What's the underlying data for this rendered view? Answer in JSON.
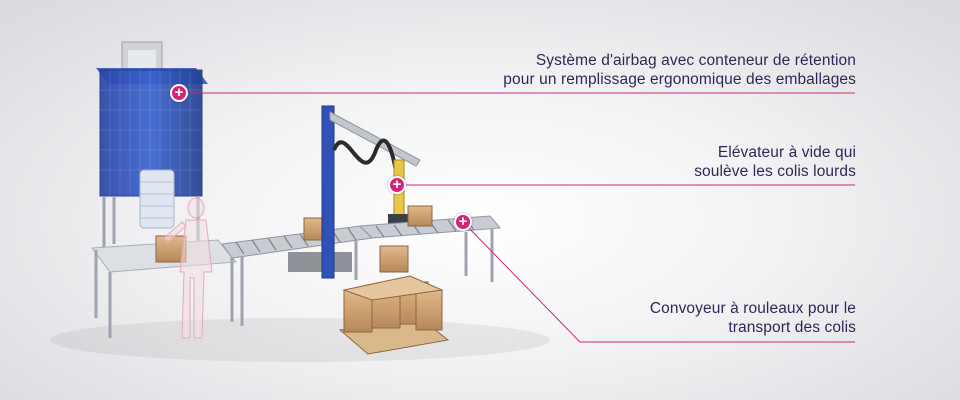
{
  "callouts": [
    {
      "id": "airbag",
      "line1": "Système d'airbag avec conteneur de rétention",
      "line2": "pour un remplissage ergonomique des emballages",
      "hotspot": "+"
    },
    {
      "id": "elevator",
      "line1": "Elévateur à vide qui",
      "line2": "soulève les colis lourds",
      "hotspot": "+"
    },
    {
      "id": "conveyor",
      "line1": "Convoyeur à rouleaux pour le",
      "line2": "transport des colis",
      "hotspot": "+"
    }
  ],
  "colors": {
    "accent": "#d4247a",
    "text": "#2a2a55",
    "container_blue": "#2d4fb8",
    "frame_grey": "#b8bcc4",
    "cardboard": "#c79a6b"
  },
  "icons": [
    "plus-icon"
  ]
}
